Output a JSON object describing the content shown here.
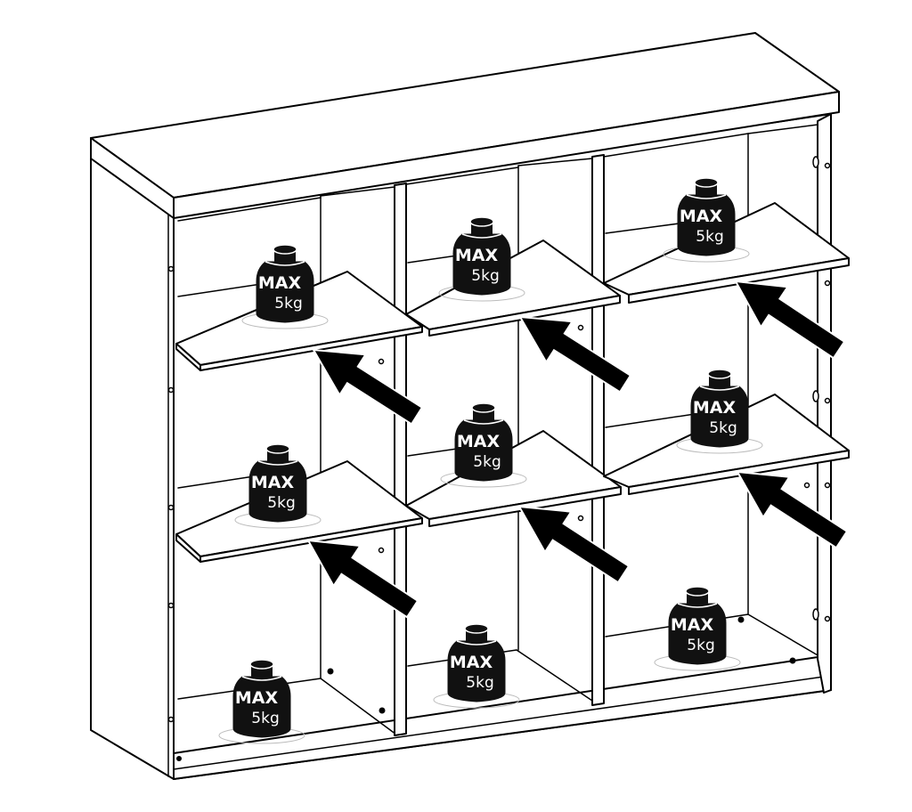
{
  "figure": {
    "type": "assembly-instruction",
    "subject": "3x3 cube shelving unit with removable shelves",
    "line_color": "#000000",
    "fill_color": "#ffffff",
    "weight_fill": "#111111"
  },
  "weights": [
    {
      "id": "w1",
      "compartment": "top-left",
      "line1": "MAX",
      "line2": "5kg"
    },
    {
      "id": "w2",
      "compartment": "top-middle",
      "line1": "MAX",
      "line2": "5kg"
    },
    {
      "id": "w3",
      "compartment": "top-right",
      "line1": "MAX",
      "line2": "5kg"
    },
    {
      "id": "w4",
      "compartment": "middle-left",
      "line1": "MAX",
      "line2": "5kg"
    },
    {
      "id": "w5",
      "compartment": "middle-middle",
      "line1": "MAX",
      "line2": "5kg"
    },
    {
      "id": "w6",
      "compartment": "middle-right",
      "line1": "MAX",
      "line2": "5kg"
    },
    {
      "id": "w7",
      "compartment": "bottom-left",
      "line1": "MAX",
      "line2": "5kg"
    },
    {
      "id": "w8",
      "compartment": "bottom-middle",
      "line1": "MAX",
      "line2": "5kg"
    },
    {
      "id": "w9",
      "compartment": "bottom-right",
      "line1": "MAX",
      "line2": "5kg"
    }
  ],
  "arrows": [
    {
      "id": "a1",
      "points_to": "shelf-top-left"
    },
    {
      "id": "a2",
      "points_to": "shelf-top-middle"
    },
    {
      "id": "a3",
      "points_to": "shelf-top-right"
    },
    {
      "id": "a4",
      "points_to": "shelf-middle-left"
    },
    {
      "id": "a5",
      "points_to": "shelf-middle-middle"
    },
    {
      "id": "a6",
      "points_to": "shelf-middle-right"
    }
  ]
}
